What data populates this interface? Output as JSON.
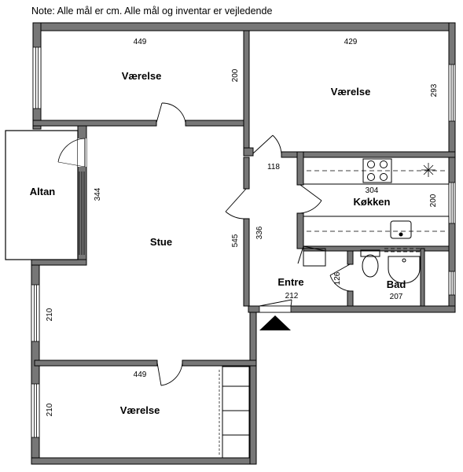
{
  "note": "Note: Alle mål er cm. Alle mål og inventar er vejledende",
  "rooms": {
    "vaerelse_top_left": {
      "label": "Værelse",
      "width_dim": "449",
      "depth_dim": "200"
    },
    "vaerelse_top_right": {
      "label": "Værelse",
      "width_dim": "429",
      "depth_dim": "293"
    },
    "altan": {
      "label": "Altan",
      "depth_dim": "344"
    },
    "stue": {
      "label": "Stue",
      "depth_dim": "545",
      "window_dim": "210"
    },
    "koekken": {
      "label": "Køkken",
      "width_dim": "304",
      "depth_dim": "200"
    },
    "hall": {
      "width_dim": "118",
      "depth_dim": "336"
    },
    "entre": {
      "label": "Entre",
      "width_dim": "212"
    },
    "bad": {
      "label": "Bad",
      "width_dim": "207",
      "depth_dim": "126"
    },
    "vaerelse_bottom": {
      "label": "Værelse",
      "width_dim": "449",
      "depth_dim": "210"
    }
  },
  "entrance_marker": "entrance-arrow-icon"
}
